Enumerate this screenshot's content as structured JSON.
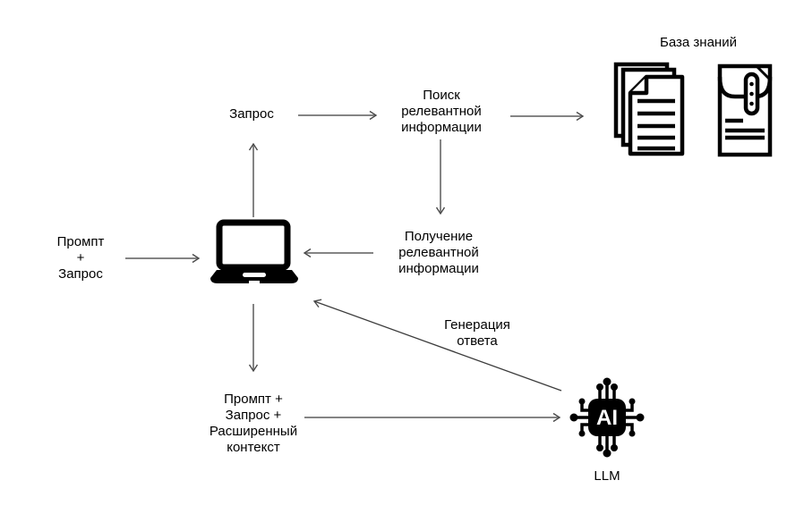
{
  "diagram": {
    "title_hint": "RAG flow diagram",
    "background": "#ffffff",
    "colors": {
      "text": "#000000",
      "arrow_shaft": "#848484",
      "arrow_head": "#4a4a4a",
      "diagonal_arrow": "#3c3c3c",
      "icon": "#000000"
    },
    "labels": {
      "query": "Запрос",
      "search": "Поиск\nрелевантной\nинформации",
      "knowledge_base_title": "База знаний",
      "retrieval": "Получение\nрелевантной\nинформации",
      "prompt_plus_query": "Промпт\n+\nЗапрос",
      "generation": "Генерация\nответа",
      "augmented_prompt": "Промпт +\nЗапрос +\nРасширенный\nконтекст",
      "llm_label": "LLM",
      "ai_chip_text": "AI"
    },
    "icons": {
      "knowledge_base": [
        "documents-stack-icon",
        "envelope-clasp-icon"
      ],
      "client": "laptop-icon",
      "llm": "ai-chip-icon"
    }
  }
}
